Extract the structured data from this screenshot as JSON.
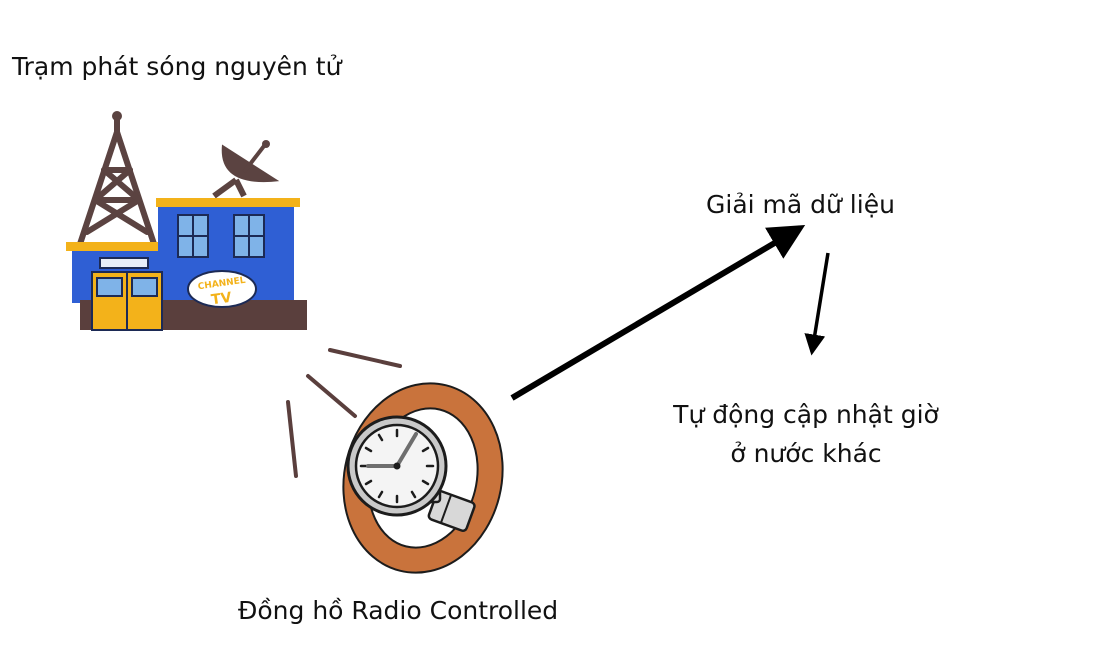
{
  "labels": {
    "station": "Trạm phát sóng nguyên tử",
    "decode": "Giải mã dữ liệu",
    "update_line1": "Tự động cập nhật giờ",
    "update_line2": "ở nước khác",
    "clock": "Đồng hồ Radio Controlled"
  },
  "sign": {
    "line1": "CHANNEL",
    "line2": "TV"
  },
  "icons": [
    "radio-station-building-icon",
    "satellite-dish-icon",
    "wristwatch-icon"
  ],
  "colors": {
    "building_blue": "#2f5fd4",
    "roof_yellow": "#f3b21a",
    "base_brown": "#5a3f3d",
    "tower_brown": "#5b4341",
    "strap_orange": "#c9733c",
    "watch_face": "#f4f4f4"
  }
}
